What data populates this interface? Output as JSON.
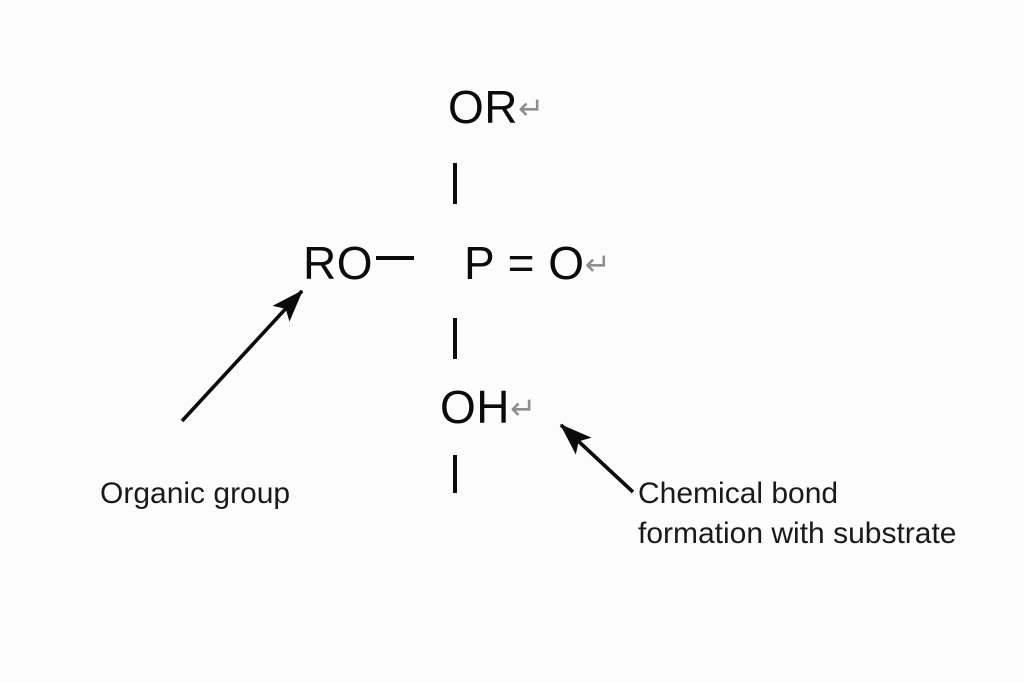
{
  "figure": {
    "background_color": "#fcfcfc",
    "ink_color": "#0b0b0b",
    "mark_color": "#8e8e8e",
    "structure": {
      "top_group": "OR",
      "left_group": "RO",
      "center_group": "P = O",
      "bottom_group": "OH",
      "paragraph_mark": "↵"
    },
    "annotations": {
      "left_label": "Organic group",
      "right_label_line1": "Chemical bond",
      "right_label_line2": "formation with substrate"
    }
  }
}
